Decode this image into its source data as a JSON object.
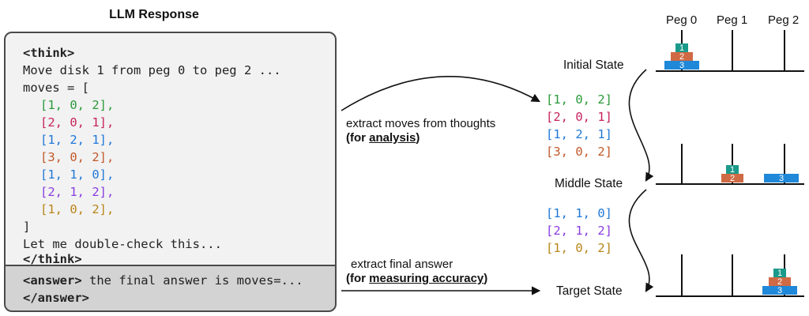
{
  "response": {
    "title": "LLM Response",
    "think_open": "<think>",
    "line1": "Move disk 1 from peg 0 to peg 2 ...",
    "line2": "moves = [",
    "moves": [
      "[1, 0, 2],",
      "[2, 0, 1],",
      "[1, 2, 1],",
      "[3, 0, 2],",
      "[1, 1, 0],",
      "[2, 1, 2],",
      "[1, 0, 2],"
    ],
    "close_bracket": "]",
    "line_check": "Let me double-check this...",
    "think_close": "</think>",
    "answer_open": "<answer>",
    "answer_text": " the final answer is moves=...",
    "answer_close": "</answer>"
  },
  "middle": {
    "extract_moves": "extract moves  from thoughts",
    "for_prefix": "(for ",
    "analysis": "analysis",
    "for_suffix": ")",
    "extract_final": "extract final answer",
    "measuring": "measuring accuracy",
    "moves_group1": [
      "[1, 0, 2]",
      "[2, 0, 1]",
      "[1, 2, 1]",
      "[3, 0, 2]"
    ],
    "moves_group2": [
      "[1, 1, 0]",
      "[2, 1, 2]",
      "[1, 0, 2]"
    ]
  },
  "states": {
    "pegs": [
      "Peg 0",
      "Peg 1",
      "Peg 2"
    ],
    "initial": "Initial State",
    "middle": "Middle State",
    "target": "Target State",
    "disk_labels": [
      "1",
      "2",
      "3"
    ]
  },
  "colors": {
    "disk1": "#1a9a8a",
    "disk2": "#d06a44",
    "disk3": "#1f88d8"
  }
}
